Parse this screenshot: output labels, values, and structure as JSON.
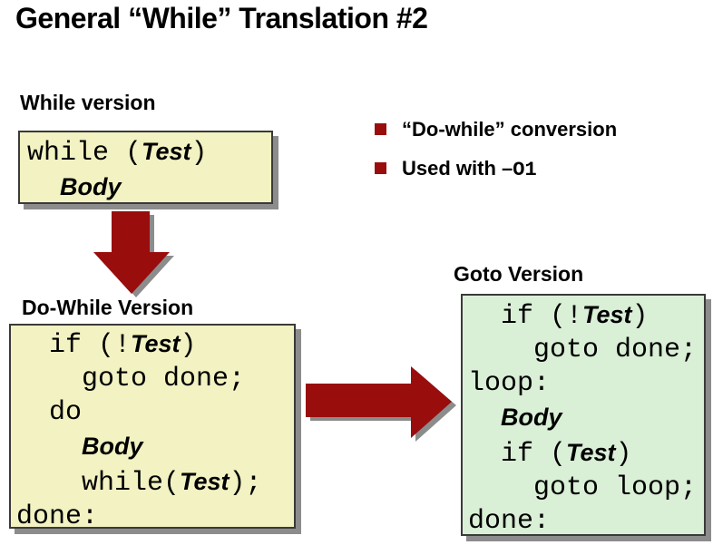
{
  "title": "General “While” Translation #2",
  "colors": {
    "accent_red": "#990D0D",
    "box_yellow": "#F2F2C2",
    "box_green": "#D9EFD6",
    "box_border": "#3A3A3A",
    "shadow_gray": "#8C8C8C"
  },
  "bullets": {
    "items": [
      {
        "segments": [
          {
            "t": "“Do-while” conversion"
          }
        ]
      },
      {
        "segments": [
          {
            "t": "Used with –"
          },
          {
            "t": "O1",
            "style": "mono"
          }
        ]
      }
    ]
  },
  "while_version": {
    "label": "While version",
    "code": [
      [
        {
          "t": "while ("
        },
        {
          "t": "Test",
          "style": "var"
        },
        {
          "t": ")"
        }
      ],
      [
        {
          "t": "  "
        },
        {
          "t": "Body",
          "style": "var"
        }
      ]
    ]
  },
  "do_while_version": {
    "label": "Do-While Version",
    "code": [
      [
        {
          "t": "  if (!"
        },
        {
          "t": "Test",
          "style": "var"
        },
        {
          "t": ")"
        }
      ],
      [
        {
          "t": "    goto done;"
        }
      ],
      [
        {
          "t": "  do"
        }
      ],
      [
        {
          "t": "    "
        },
        {
          "t": "Body",
          "style": "var"
        }
      ],
      [
        {
          "t": "    while("
        },
        {
          "t": "Test",
          "style": "var"
        },
        {
          "t": ");"
        }
      ],
      [
        {
          "t": "done:"
        }
      ]
    ]
  },
  "goto_version": {
    "label": "Goto Version",
    "code": [
      [
        {
          "t": "  if (!"
        },
        {
          "t": "Test",
          "style": "var"
        },
        {
          "t": ")"
        }
      ],
      [
        {
          "t": "    goto done;"
        }
      ],
      [
        {
          "t": "loop:"
        }
      ],
      [
        {
          "t": "  "
        },
        {
          "t": "Body",
          "style": "var"
        }
      ],
      [
        {
          "t": "  if ("
        },
        {
          "t": "Test",
          "style": "var"
        },
        {
          "t": ")"
        }
      ],
      [
        {
          "t": "    goto loop;"
        }
      ],
      [
        {
          "t": "done:"
        }
      ]
    ]
  }
}
